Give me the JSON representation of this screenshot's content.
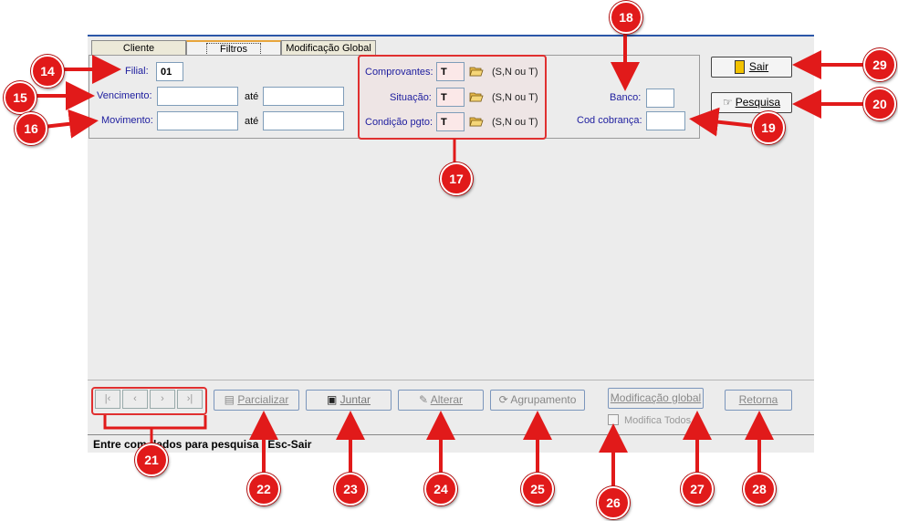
{
  "tabs": [
    "Cliente",
    "Filtros",
    "Modificação Global"
  ],
  "filters": {
    "filial_label": "Filial:",
    "filial_value": "01",
    "vencimento_label": "Vencimento:",
    "movimento_label": "Movimento:",
    "ate_label": "até",
    "comprovantes_label": "Comprovantes:",
    "situacao_label": "Situação:",
    "condicao_label": "Condição pgto:",
    "flag_value": "T",
    "flag_hint": "(S,N ou T)",
    "banco_label": "Banco:",
    "cod_cobranca_label": "Cod cobrança:"
  },
  "side_buttons": {
    "sair": "Sair",
    "pesquisa": "Pesquisa"
  },
  "bottom_buttons": {
    "parcializar": "Parcializar",
    "juntar": "Juntar",
    "alterar": "Alterar",
    "agrupamento": "Agrupamento",
    "modificacao_global": "Modificação global",
    "modifica_todos": "Modifica Todos",
    "retorna": "Retorna"
  },
  "status_bar": "Entre com dados para pesquisa  |  Esc-Sair",
  "callouts": [
    "14",
    "15",
    "16",
    "17",
    "18",
    "19",
    "20",
    "21",
    "22",
    "23",
    "24",
    "25",
    "26",
    "27",
    "28",
    "29"
  ],
  "colors": {
    "callout": "#e11a1a",
    "label": "#1c1c9e",
    "highlight": "#e03030"
  }
}
